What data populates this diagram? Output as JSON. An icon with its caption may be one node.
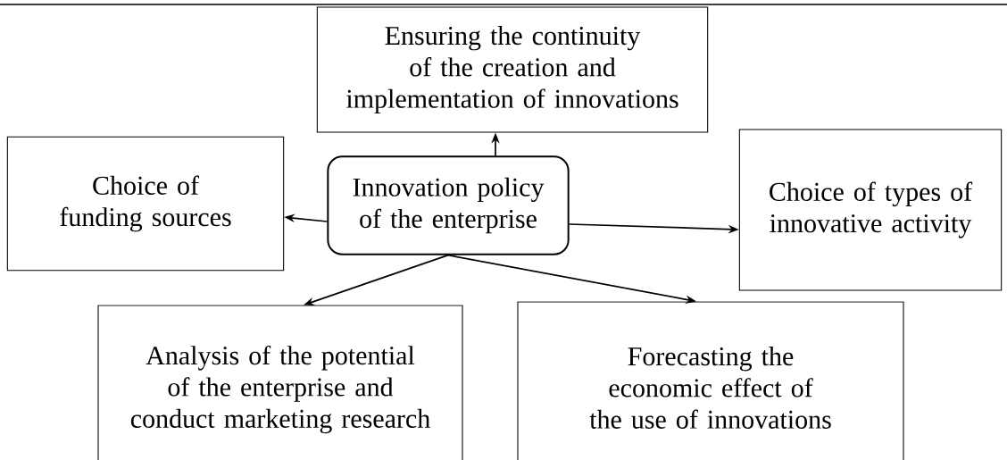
{
  "diagram": {
    "nodes": [
      {
        "text": [
          "Innovation policy of the enterprise"
        ]
      },
      {
        "text": [
          "Ensuring the continuity of the creation and implementation of innovations"
        ]
      },
      {
        "text": [
          "Choice of funding sources"
        ]
      },
      {
        "text": [
          "Choice of types of innovative activity"
        ]
      },
      {
        "text": [
          "Analysis of the potential of the enterprise and conduct marketing research"
        ]
      },
      {
        "text": [
          "Forecasting the economic effect of the use of innovations"
        ]
      }
    ],
    "edges": [
      {
        "from": 0,
        "to": 1,
        "arrow": "to"
      },
      {
        "from": 0,
        "to": 2,
        "arrow": "to"
      },
      {
        "from": 0,
        "to": 3,
        "arrow": "to"
      },
      {
        "from": 0,
        "to": 4,
        "arrow": "to"
      },
      {
        "from": 0,
        "to": 5,
        "arrow": "to"
      }
    ]
  }
}
